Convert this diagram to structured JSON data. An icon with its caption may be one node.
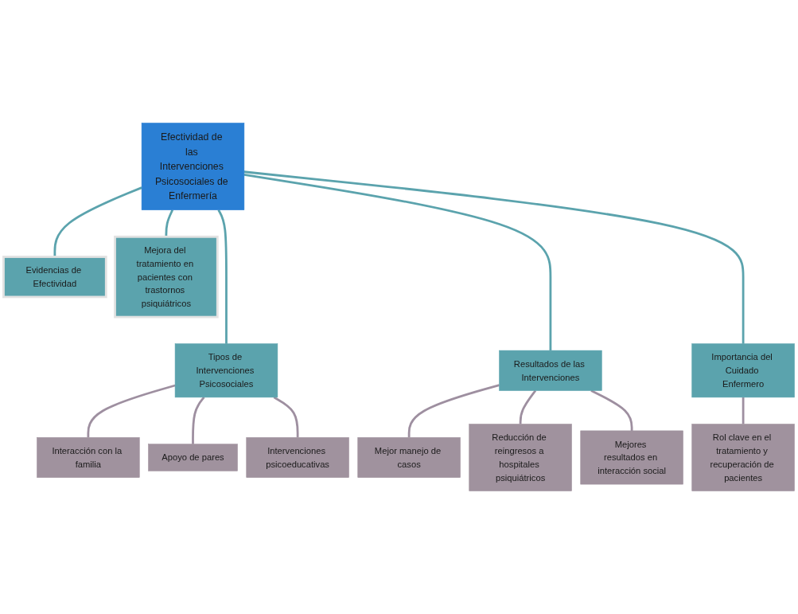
{
  "diagram": {
    "nodes": [
      {
        "text": [
          "Efectividad de las Intervenciones Psicosociales de Enfermería"
        ]
      },
      {
        "text": [
          "Evidencias de Efectividad"
        ]
      },
      {
        "text": [
          "Mejora del tratamiento en pacientes con trastornos psiquiátricos"
        ]
      },
      {
        "text": [
          "Tipos de Intervenciones Psicosociales"
        ]
      },
      {
        "text": [
          "Resultados de las Intervenciones"
        ]
      },
      {
        "text": [
          "Importancia del Cuidado Enfermero"
        ]
      },
      {
        "text": [
          "Interacción con la familia"
        ]
      },
      {
        "text": [
          "Apoyo de pares"
        ]
      },
      {
        "text": [
          "Intervenciones psicoeducativas"
        ]
      },
      {
        "text": [
          "Mejor manejo de casos"
        ]
      },
      {
        "text": [
          "Reducción de reingresos a hospitales psiquiátricos"
        ]
      },
      {
        "text": [
          "Mejores resultados en interacción social"
        ]
      },
      {
        "text": [
          "Rol clave en el tratamiento y recuperación de pacientes"
        ]
      }
    ],
    "edges": [
      {
        "from": 0,
        "to": 1,
        "arrow": "none",
        "color": "#5ba3ad"
      },
      {
        "from": 0,
        "to": 2,
        "arrow": "none",
        "color": "#5ba3ad"
      },
      {
        "from": 0,
        "to": 3,
        "arrow": "none",
        "color": "#5ba3ad"
      },
      {
        "from": 0,
        "to": 4,
        "arrow": "none",
        "color": "#5ba3ad"
      },
      {
        "from": 0,
        "to": 5,
        "arrow": "none",
        "color": "#5ba3ad"
      },
      {
        "from": 3,
        "to": 6,
        "arrow": "none"
      },
      {
        "from": 3,
        "to": 7,
        "arrow": "none"
      },
      {
        "from": 3,
        "to": 8,
        "arrow": "none"
      },
      {
        "from": 4,
        "to": 9,
        "arrow": "none"
      },
      {
        "from": 4,
        "to": 10,
        "arrow": "none"
      },
      {
        "from": 4,
        "to": 11,
        "arrow": "none"
      },
      {
        "from": 5,
        "to": 12,
        "arrow": "none"
      }
    ]
  }
}
